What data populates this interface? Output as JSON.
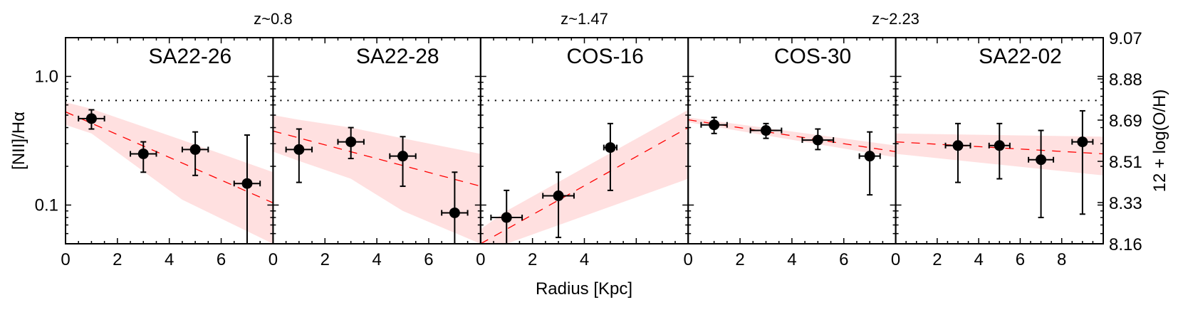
{
  "figure": {
    "left_ylabel": "[NII]/Hα",
    "right_ylabel": "12 + log(O/H)",
    "xlabel": "Radius [Kpc]",
    "redshift_labels": [
      {
        "text": "z~0.8",
        "panel_center": 1
      },
      {
        "text": "z~1.47",
        "panel_center": 2.5
      },
      {
        "text": "z~2.23",
        "panel_center": 4
      }
    ],
    "left_ticks": [
      {
        "value": 1.0,
        "label": "1.0"
      },
      {
        "value": 0.1,
        "label": "0.1"
      }
    ],
    "right_ticks": [
      "9.07",
      "8.88",
      "8.69",
      "8.51",
      "8.33",
      "8.16"
    ],
    "colors": {
      "band": "#ffe0e0",
      "fit": "#ff0000",
      "points": "#000000",
      "reference": "#000000"
    }
  },
  "chart_data": {
    "type": "scatter",
    "title": "",
    "xlabel": "Radius [Kpc]",
    "ylabel": "[NII]/Hα",
    "ylabel_right": "12 + log(O/H)",
    "yscale": "log",
    "ylim": [
      0.05,
      2.0
    ],
    "right_axis_ticks": [
      9.07,
      8.88,
      8.69,
      8.51,
      8.33,
      8.16
    ],
    "reference_line": {
      "value": 0.65,
      "style": "dotted",
      "color": "#000000"
    },
    "grid": false,
    "panels": [
      {
        "name": "SA22-26",
        "redshift_group": "z~0.8",
        "xlim": [
          0,
          8
        ],
        "xticks": [
          0,
          2,
          4,
          6
        ],
        "points": [
          {
            "x": 1,
            "y": 0.47,
            "xerr": 0.5,
            "y_hi": 0.55,
            "y_lo": 0.39
          },
          {
            "x": 3,
            "y": 0.25,
            "xerr": 0.5,
            "y_hi": 0.31,
            "y_lo": 0.18
          },
          {
            "x": 5,
            "y": 0.27,
            "xerr": 0.5,
            "y_hi": 0.37,
            "y_lo": 0.17
          },
          {
            "x": 7,
            "y": 0.147,
            "xerr": 0.5,
            "y_hi": 0.35,
            "y_lo": 0.03
          }
        ],
        "fit": {
          "x": [
            0,
            8
          ],
          "y": [
            0.53,
            0.104
          ]
        },
        "band": {
          "x": [
            0,
            1,
            4.5,
            8
          ],
          "upper": [
            0.63,
            0.56,
            0.32,
            0.18
          ],
          "lower": [
            0.42,
            0.36,
            0.11,
            0.03
          ]
        }
      },
      {
        "name": "SA22-28",
        "redshift_group": "z~0.8",
        "xlim": [
          0,
          8
        ],
        "xticks": [
          0,
          2,
          4,
          6
        ],
        "points": [
          {
            "x": 1,
            "y": 0.27,
            "xerr": 0.5,
            "y_hi": 0.39,
            "y_lo": 0.15
          },
          {
            "x": 3,
            "y": 0.31,
            "xerr": 0.5,
            "y_hi": 0.4,
            "y_lo": 0.23
          },
          {
            "x": 5,
            "y": 0.24,
            "xerr": 0.5,
            "y_hi": 0.34,
            "y_lo": 0.14
          },
          {
            "x": 7,
            "y": 0.087,
            "xerr": 0.5,
            "y_hi": 0.18,
            "y_lo": 0.03
          }
        ],
        "fit": {
          "x": [
            0,
            8
          ],
          "y": [
            0.376,
            0.14
          ]
        },
        "band": {
          "x": [
            0,
            1,
            3,
            5,
            8
          ],
          "upper": [
            0.5,
            0.46,
            0.4,
            0.33,
            0.25
          ],
          "lower": [
            0.26,
            0.22,
            0.16,
            0.09,
            0.03
          ]
        }
      },
      {
        "name": "COS-16",
        "redshift_group": "z~1.47",
        "xlim": [
          0,
          8
        ],
        "xticks": [
          0,
          2,
          4
        ],
        "points": [
          {
            "x": 1,
            "y": 0.08,
            "xerr": 0.6,
            "y_hi": 0.13,
            "y_lo": 0.03
          },
          {
            "x": 3,
            "y": 0.118,
            "xerr": 0.6,
            "y_hi": 0.18,
            "y_lo": 0.056
          },
          {
            "x": 5,
            "y": 0.28,
            "xerr": 0.25,
            "y_hi": 0.43,
            "y_lo": 0.13
          }
        ],
        "fit": {
          "x": [
            0,
            8
          ],
          "y": [
            0.05,
            0.4
          ]
        },
        "band": {
          "x": [
            0,
            1,
            8
          ],
          "upper": [
            0.065,
            0.09,
            0.55
          ],
          "lower": [
            0.04,
            0.045,
            0.16
          ]
        }
      },
      {
        "name": "COS-30",
        "redshift_group": "z~1.47",
        "xlim": [
          0,
          8
        ],
        "xticks": [
          0,
          2,
          4,
          6
        ],
        "points": [
          {
            "x": 1,
            "y": 0.42,
            "xerr": 0.5,
            "y_hi": 0.48,
            "y_lo": 0.36
          },
          {
            "x": 3,
            "y": 0.38,
            "xerr": 0.6,
            "y_hi": 0.43,
            "y_lo": 0.33
          },
          {
            "x": 5,
            "y": 0.32,
            "xerr": 0.6,
            "y_hi": 0.39,
            "y_lo": 0.27
          },
          {
            "x": 7,
            "y": 0.24,
            "xerr": 0.4,
            "y_hi": 0.37,
            "y_lo": 0.12
          }
        ],
        "fit": {
          "x": [
            0,
            8
          ],
          "y": [
            0.46,
            0.26
          ]
        },
        "band": {
          "x": [
            0,
            8
          ],
          "upper": [
            0.48,
            0.29
          ],
          "lower": [
            0.44,
            0.235
          ]
        }
      },
      {
        "name": "SA22-02",
        "redshift_group": "z~2.23",
        "xlim": [
          0,
          10
        ],
        "xticks": [
          0,
          2,
          4,
          6,
          8
        ],
        "points": [
          {
            "x": 3,
            "y": 0.29,
            "xerr": 0.6,
            "y_hi": 0.43,
            "y_lo": 0.15
          },
          {
            "x": 5,
            "y": 0.29,
            "xerr": 0.5,
            "y_hi": 0.43,
            "y_lo": 0.16
          },
          {
            "x": 7,
            "y": 0.225,
            "xerr": 0.6,
            "y_hi": 0.38,
            "y_lo": 0.08
          },
          {
            "x": 9,
            "y": 0.31,
            "xerr": 0.5,
            "y_hi": 0.54,
            "y_lo": 0.085
          }
        ],
        "fit": {
          "x": [
            0,
            10
          ],
          "y": [
            0.31,
            0.25
          ]
        },
        "band": {
          "x": [
            0,
            10
          ],
          "upper": [
            0.36,
            0.34
          ],
          "lower": [
            0.25,
            0.17
          ]
        }
      }
    ]
  }
}
